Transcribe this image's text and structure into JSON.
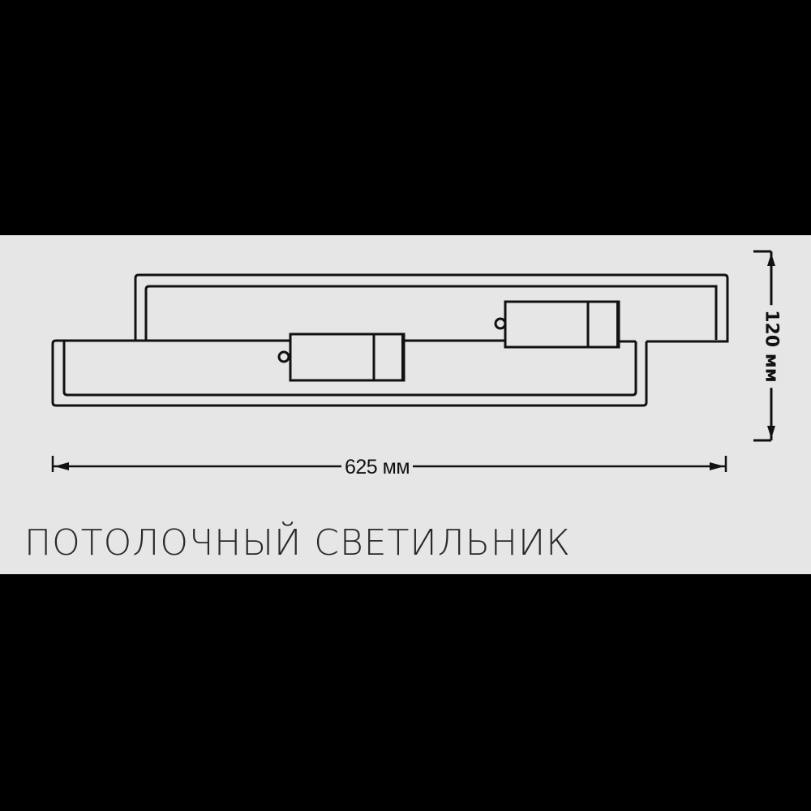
{
  "diagram": {
    "type": "technical-drawing",
    "subject": "ceiling lamp",
    "title": "ПОТОЛОЧНЫЙ СВЕТИЛЬНИК",
    "dimensions": {
      "width_label": "625 мм",
      "height_label": "120 мм"
    },
    "colors": {
      "background": "#000000",
      "panel": "#e6e6e6",
      "line": "#111111"
    },
    "components": [
      {
        "name": "upper-frame-bar"
      },
      {
        "name": "lower-frame-bar"
      },
      {
        "name": "lamp-head-1"
      },
      {
        "name": "lamp-head-2"
      }
    ]
  }
}
